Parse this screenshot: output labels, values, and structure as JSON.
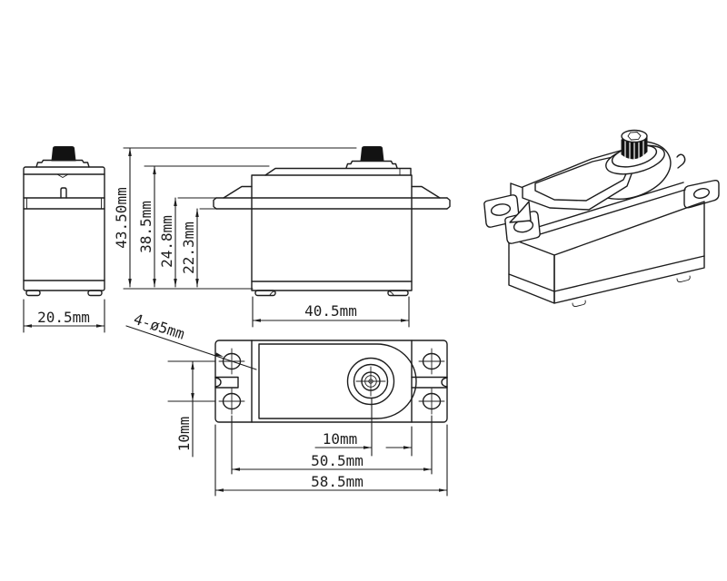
{
  "page": {
    "background": "#ffffff",
    "line_color": "#1d1d1d",
    "shaft_color": "#121212"
  },
  "dimensions": {
    "total_height": {
      "label": "43.50mm",
      "value_mm": 43.5
    },
    "body_height": {
      "label": "38.5mm",
      "value_mm": 38.5
    },
    "flange_to_base_top": {
      "label": "24.8mm",
      "value_mm": 24.8
    },
    "flange_to_base_bot": {
      "label": "22.3mm",
      "value_mm": 22.3
    },
    "body_depth": {
      "label": "20.5mm",
      "value_mm": 20.5
    },
    "body_width": {
      "label": "40.5mm",
      "value_mm": 40.5
    },
    "mount_holes": {
      "label": "4-ø5mm",
      "value_mm": 5
    },
    "hole_pitch_vert": {
      "label": "10mm",
      "value_mm": 10
    },
    "shaft_to_edge": {
      "label": "10mm",
      "value_mm": 10
    },
    "hole_span": {
      "label": "50.5mm",
      "value_mm": 50.5
    },
    "overall_length": {
      "label": "58.5mm",
      "value_mm": 58.5
    }
  }
}
